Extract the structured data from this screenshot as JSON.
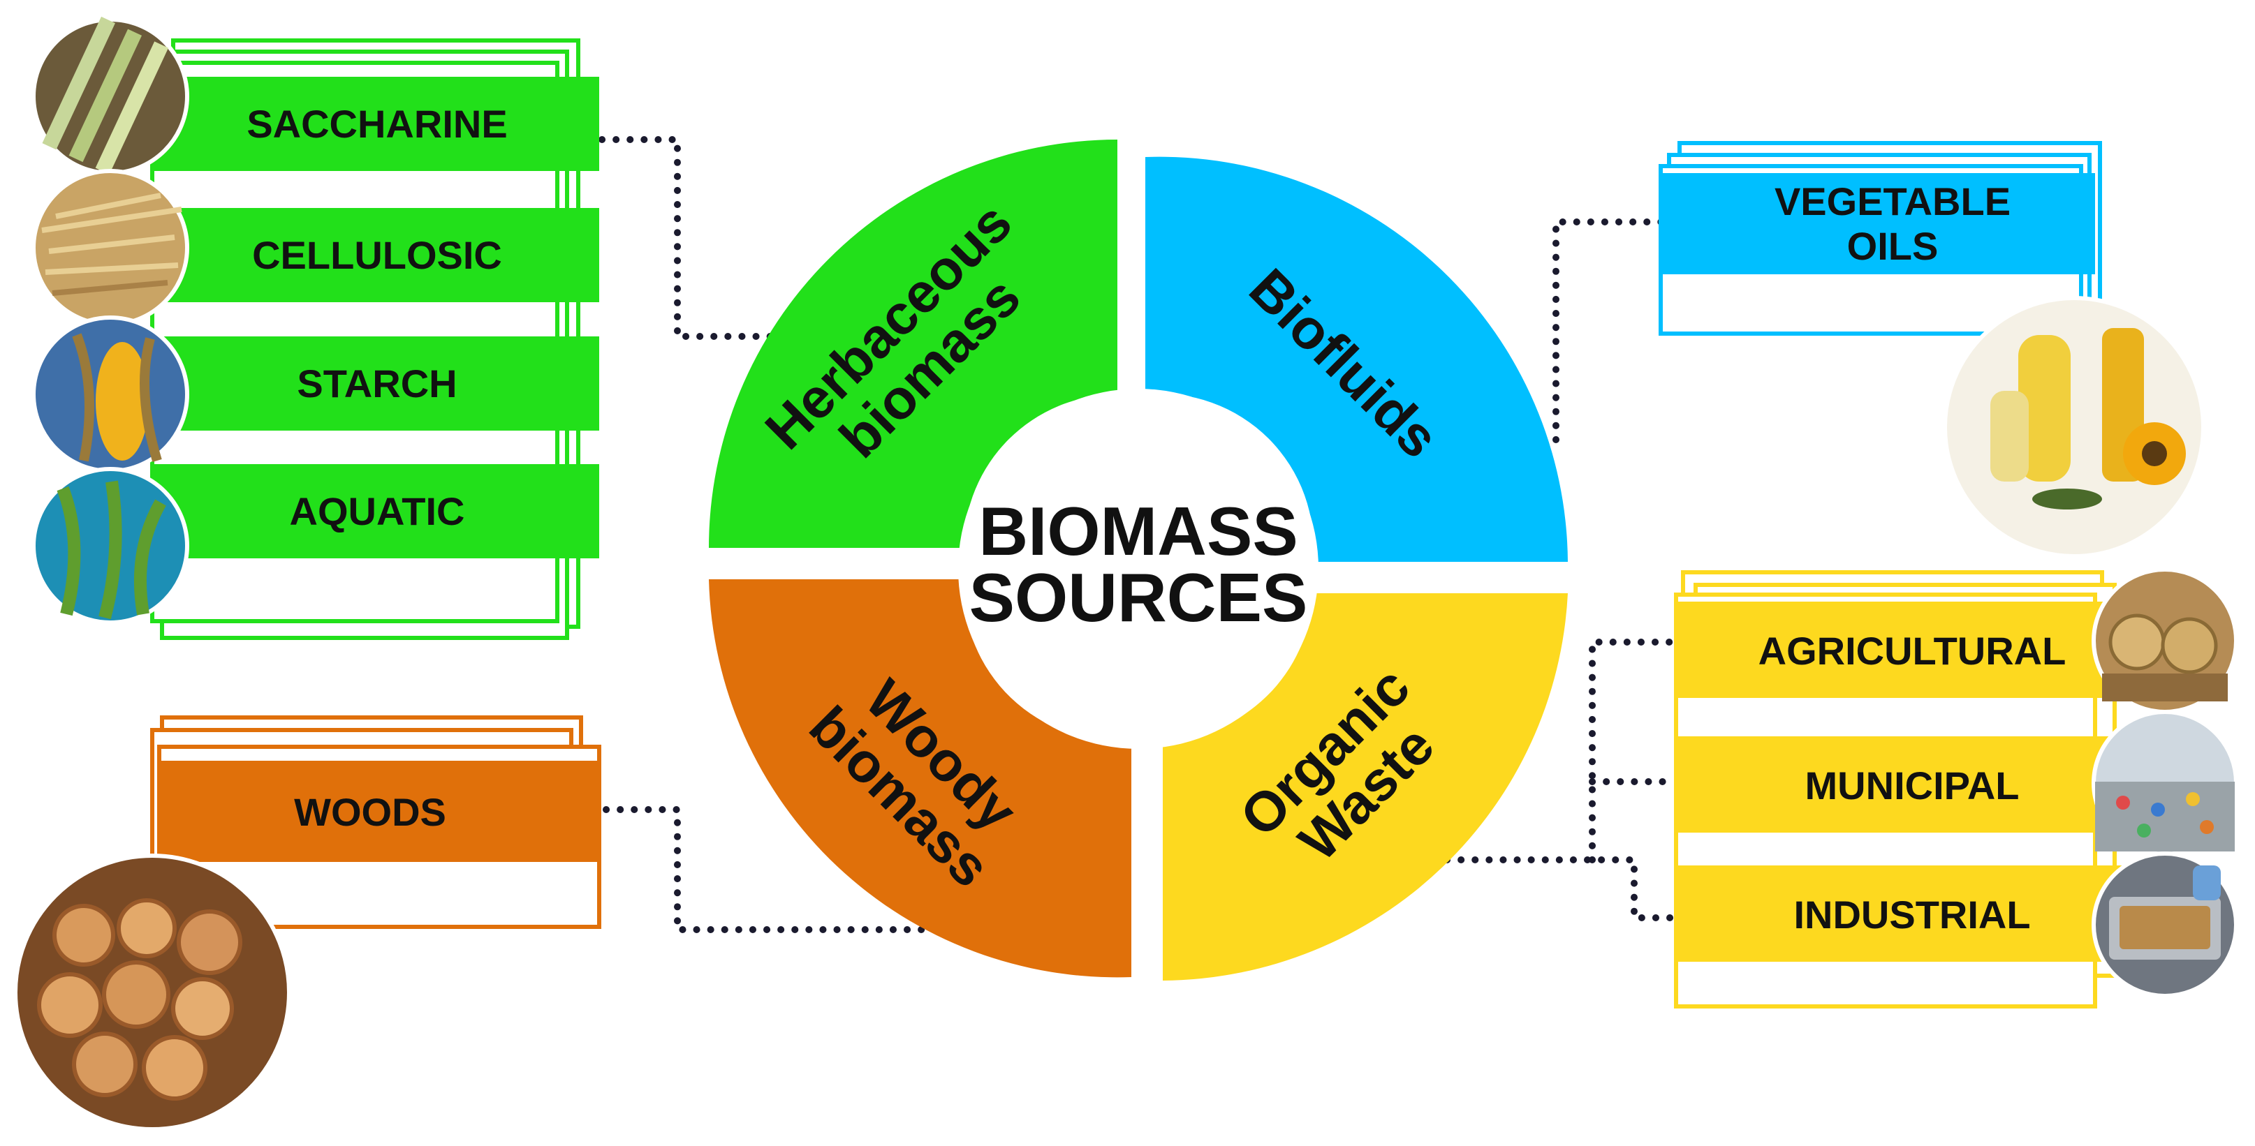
{
  "center": {
    "line1": "BIOMASS",
    "line2": "SOURCES"
  },
  "segments": {
    "herbaceous": {
      "line1": "Herbaceous",
      "line2": "biomass",
      "color": "#22e01a"
    },
    "biofluids": {
      "line1": "Biofluids",
      "color": "#00bfff"
    },
    "woody": {
      "line1": "Woody",
      "line2": "biomass",
      "color": "#e0700a"
    },
    "organic": {
      "line1": "Organic",
      "line2": "Waste",
      "color": "#fdd91f"
    }
  },
  "herbaceous_items": [
    {
      "label": "SACCHARINE",
      "icon": "sugarcane-photo"
    },
    {
      "label": "CELLULOSIC",
      "icon": "straw-photo"
    },
    {
      "label": "STARCH",
      "icon": "corn-photo"
    },
    {
      "label": "AQUATIC",
      "icon": "seaweed-photo"
    }
  ],
  "biofluids_items": [
    {
      "line1": "VEGETABLE",
      "line2": "OILS",
      "icon": "oil-bottles-photo"
    }
  ],
  "woody_items": [
    {
      "label": "WOODS",
      "icon": "logs-photo"
    }
  ],
  "organic_items": [
    {
      "label": "AGRICULTURAL",
      "icon": "hay-bales-photo"
    },
    {
      "label": "MUNICIPAL",
      "icon": "landfill-photo"
    },
    {
      "label": "INDUSTRIAL",
      "icon": "industrial-waste-photo"
    }
  ]
}
